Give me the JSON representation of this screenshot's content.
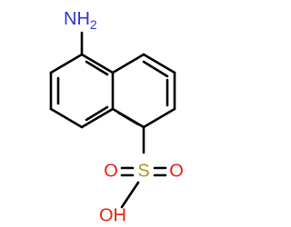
{
  "molecule": {
    "labels": {
      "amine": {
        "main": "NH",
        "subscript": "2"
      },
      "oxygen_left": "O",
      "oxygen_right": "O",
      "hydroxyl": "OH",
      "sulfur": "S"
    },
    "colors": {
      "bond": "#000000",
      "nitrogen": "#2d34c8",
      "oxygen": "#e8200a",
      "sulfur": "#b8941a"
    }
  }
}
